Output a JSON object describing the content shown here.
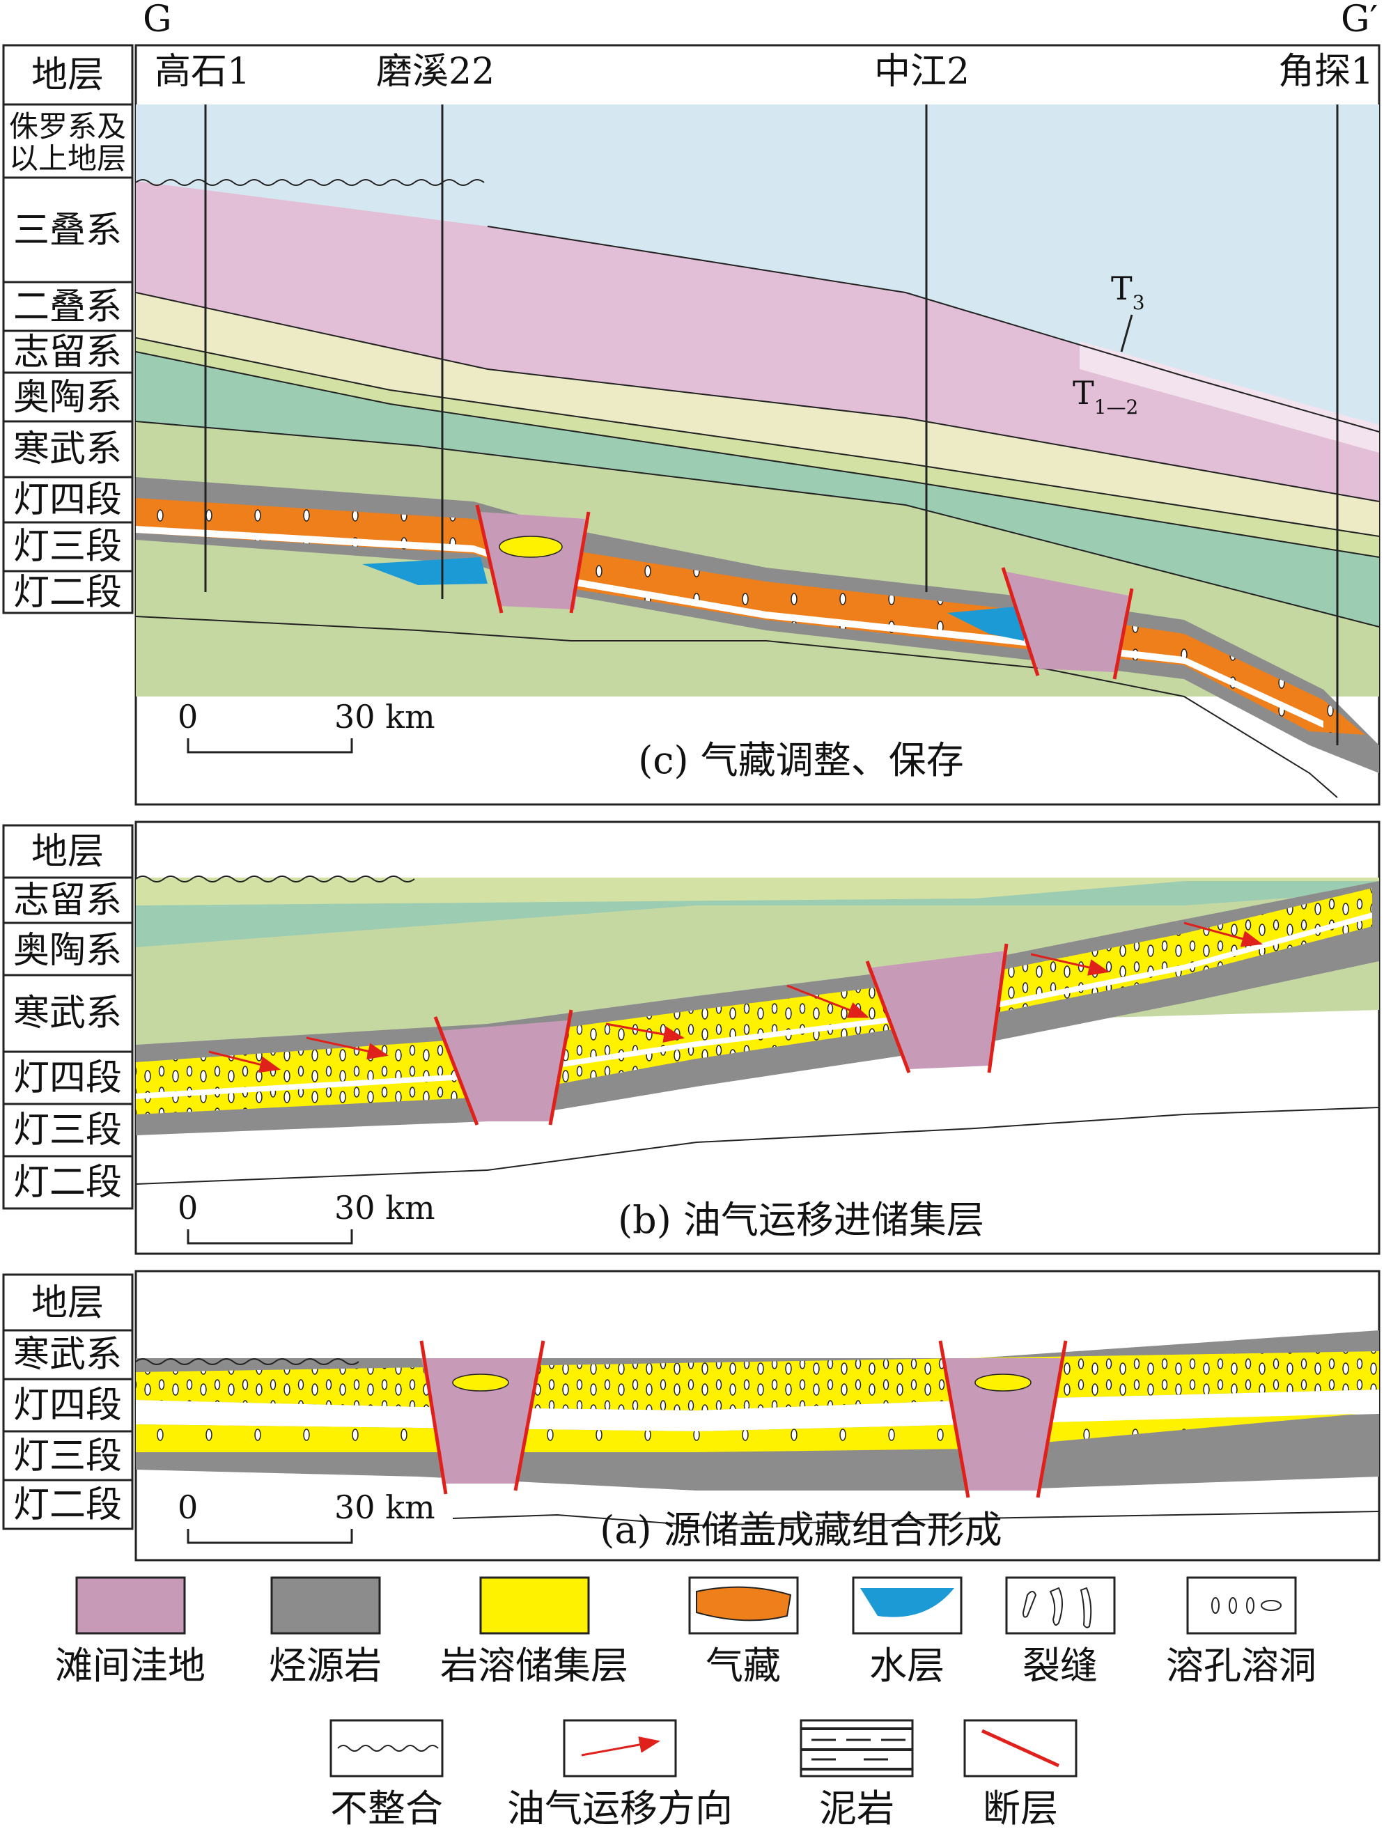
{
  "section": {
    "start": "G",
    "end": "G′"
  },
  "panel_c": {
    "header": "地层",
    "caption": "(c) 气藏调整、保存",
    "wells": [
      "高石1",
      "磨溪22",
      "中江2",
      "角探1"
    ],
    "strata": [
      "侏罗系及\n以上地层",
      "三叠系",
      "二叠系",
      "志留系",
      "奥陶系",
      "寒武系",
      "灯四段",
      "灯三段",
      "灯二段"
    ],
    "labels": {
      "t3": "T",
      "t3_sub": "3",
      "t12": "T",
      "t12_sub": "1—2"
    },
    "scale": {
      "zero": "0",
      "dist": "30 km"
    }
  },
  "panel_b": {
    "header": "地层",
    "caption": "(b) 油气运移进储集层",
    "strata": [
      "志留系",
      "奥陶系",
      "寒武系",
      "灯四段",
      "灯三段",
      "灯二段"
    ],
    "scale": {
      "zero": "0",
      "dist": "30 km"
    }
  },
  "panel_a": {
    "header": "地层",
    "caption": "(a) 源储盖成藏组合形成",
    "strata": [
      "寒武系",
      "灯四段",
      "灯三段",
      "灯二段"
    ],
    "scale": {
      "zero": "0",
      "dist": "30 km"
    }
  },
  "legend": {
    "row1": [
      "滩间洼地",
      "烃源岩",
      "岩溶储集层",
      "气藏",
      "水层",
      "裂缝",
      "溶孔溶洞"
    ],
    "row2": [
      "不整合",
      "油气运移方向",
      "泥岩",
      "断层"
    ]
  },
  "colors": {
    "jurassic": "#d5e7f0",
    "triassic": "#e2bfd6",
    "permian": "#ecebc6",
    "silurian": "#d3e2a4",
    "ordovician": "#9ccdb2",
    "cambrian": "#c6d8a2",
    "source_rock": "#8c8c8c",
    "reservoir": "#fff200",
    "gas": "#ef7f1a",
    "water": "#1c9ad6",
    "depression": "#c79ab8",
    "fault": "#e0201b",
    "arrow": "#e0201b"
  }
}
